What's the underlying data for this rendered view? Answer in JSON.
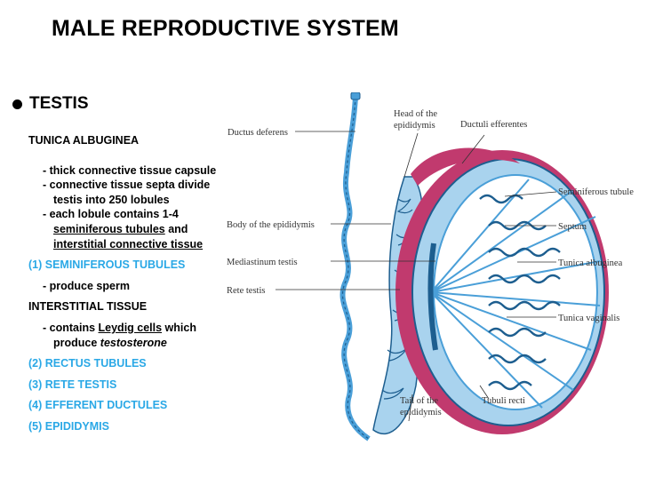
{
  "title": "MALE REPRODUCTIVE SYSTEM",
  "bullet": "TESTIS",
  "tunica_albuginea": {
    "heading": "TUNICA ALBUGINEA",
    "line1": "- thick connective tissue capsule",
    "line2": "- connective tissue septa divide",
    "line3": "testis into 250 lobules",
    "line4": "- each lobule contains 1-4",
    "line5_link": "seminiferous tubules",
    "line5_rest": " and",
    "line6_link": "interstitial connective tissue"
  },
  "item1": {
    "heading": "(1) SEMINIFEROUS TUBULES",
    "desc": "- produce sperm"
  },
  "interstitial": {
    "heading": "INTERSTITIAL TISSUE",
    "line1_pre": "- contains ",
    "line1_link": "Leydig cells",
    "line1_post": " which",
    "line2_pre": "produce ",
    "line2_italic": "testosterone"
  },
  "items": [
    "(2) RECTUS TUBULES",
    "(3) RETE TESTIS",
    "(4) EFFERENT DUCTULES",
    "(5) EPIDIDYMIS"
  ],
  "figure_labels": {
    "ductus_deferens": "Ductus deferens",
    "head_epididymis_1": "Head of the",
    "head_epididymis_2": "epididymis",
    "ductuli_efferentes": "Ductuli efferentes",
    "seminiferous_tubule": "Seminiferous tubule",
    "septum": "Septum",
    "tunica_albuginea": "Tunica albuginea",
    "tunica_vaginalis": "Tunica vaginalis",
    "body_epididymis": "Body of the epididymis",
    "mediastinum_testis": "Mediastinum testis",
    "rete_testis": "Rete testis",
    "tail_epididymis_1": "Tail of the",
    "tail_epididymis_2": "epididymis",
    "tubuli_recti": "Tubuli recti"
  },
  "colors": {
    "accent_blue": "#2aa8e6",
    "tubule_blue": "#4a9fd8",
    "magenta": "#c13a6e",
    "light_blue": "#a9d3ee"
  }
}
